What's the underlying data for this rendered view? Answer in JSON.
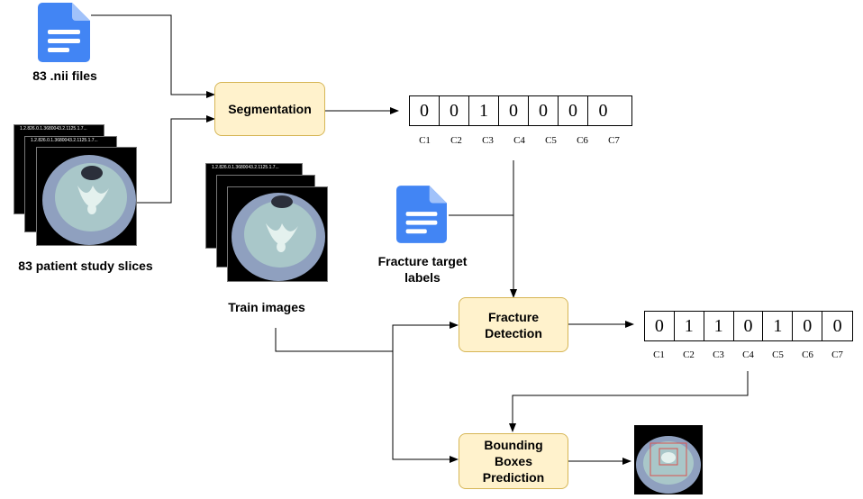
{
  "nii_files_label": "83 .nii files",
  "patient_slices_label": "83 patient study slices",
  "ct_caption": "1.2.826.0.1.3680043.2.1125.1.7...",
  "train_images_label": "Train images",
  "fracture_labels_label": "Fracture target\nlabels",
  "segmentation_label": "Segmentation",
  "fracture_detection_label": "Fracture\nDetection",
  "bbox_prediction_label": "Bounding\nBoxes\nPrediction",
  "vertebra_headers": [
    "C1",
    "C2",
    "C3",
    "C4",
    "C5",
    "C6",
    "C7"
  ],
  "segmentation_output": [
    "0",
    "0",
    "1",
    "0",
    "0",
    "0",
    "0"
  ],
  "detection_output": [
    "0",
    "1",
    "1",
    "0",
    "1",
    "0",
    "0"
  ],
  "colors": {
    "process_fill": "#fff2cc",
    "process_border": "#d6b656",
    "doc_icon": "#4285f4",
    "ct_tint": "#7a8fb0"
  }
}
